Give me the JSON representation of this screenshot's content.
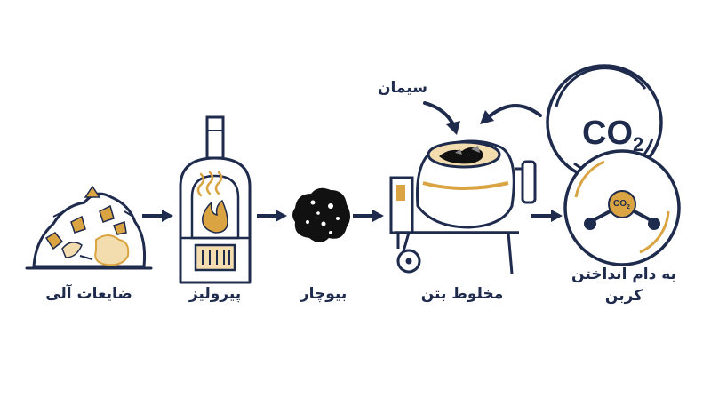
{
  "steps": {
    "organic_waste": "ضایعات آلی",
    "pyrolysis": "پیرولیز",
    "biochar": "بیوچار",
    "concrete_mix": "مخلوط بتن",
    "carbon_capture_line1": "به دام انداختن",
    "carbon_capture_line2": "کربن"
  },
  "inputs": {
    "cement": "سیمان"
  },
  "molecule": {
    "large": {
      "main": "CO",
      "sub": "2"
    },
    "small": {
      "main": "CO",
      "sub": "2"
    }
  },
  "colors": {
    "navy": "#1f2b4d",
    "gold": "#d9a441",
    "gold_light": "#f3dcae",
    "black": "#111111"
  }
}
